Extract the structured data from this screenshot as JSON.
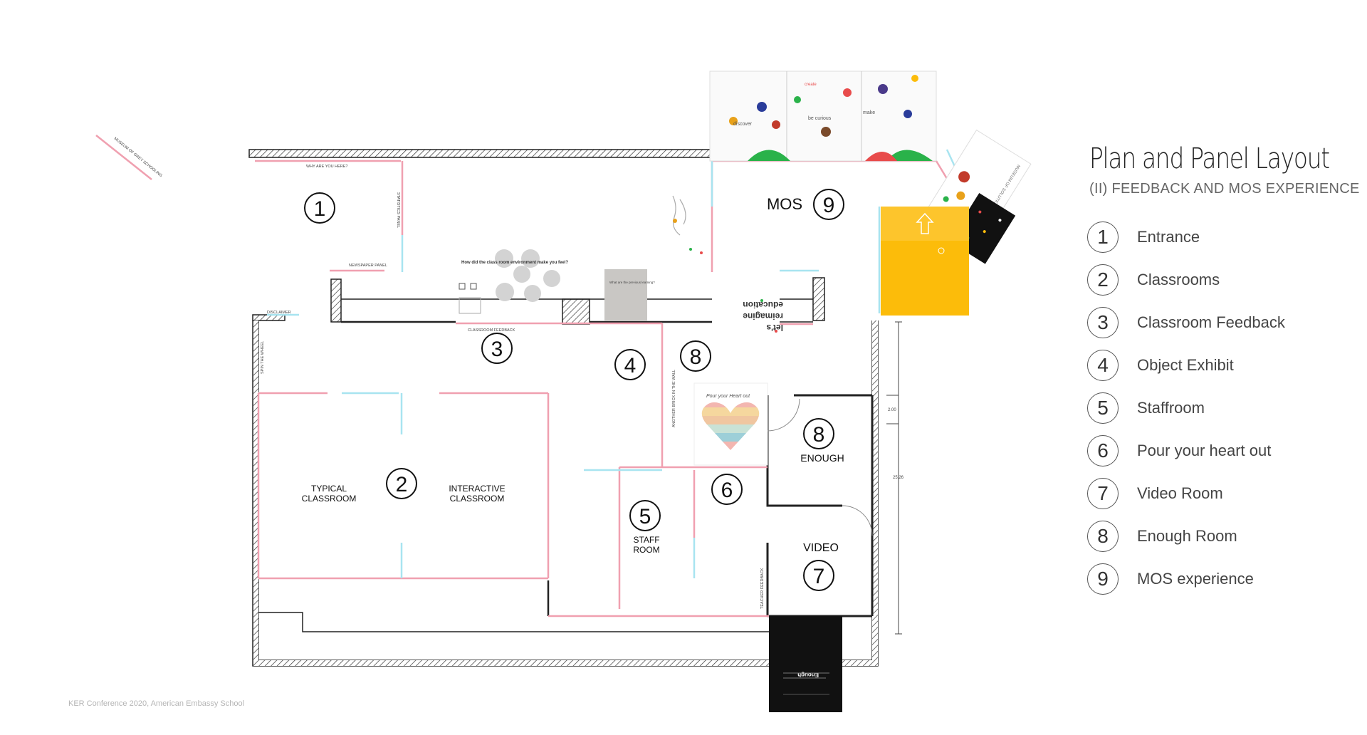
{
  "legend": {
    "title": "Plan and Panel Layout",
    "subtitle": "(II) FEEDBACK  AND MOS EXPERIENCE",
    "items": [
      {
        "num": "1",
        "label": "Entrance"
      },
      {
        "num": "2",
        "label": "Classrooms"
      },
      {
        "num": "3",
        "label": "Classroom Feedback"
      },
      {
        "num": "4",
        "label": "Object Exhibit"
      },
      {
        "num": "5",
        "label": "Staffroom"
      },
      {
        "num": "6",
        "label": "Pour your heart out"
      },
      {
        "num": "7",
        "label": "Video Room"
      },
      {
        "num": "8",
        "label": "Enough Room"
      },
      {
        "num": "9",
        "label": "MOS experience"
      }
    ]
  },
  "plan": {
    "room_numbers": {
      "n1": "1",
      "n2": "2",
      "n3": "3",
      "n4": "4",
      "n5": "5",
      "n6": "6",
      "n7": "7",
      "n8a": "8",
      "n8b": "8",
      "n9": "9"
    },
    "labels": {
      "typical_1": "TYPICAL",
      "typical_2": "CLASSROOM",
      "interactive_1": "INTERACTIVE",
      "interactive_2": "CLASSROOM",
      "staff_1": "STAFF",
      "staff_2": "ROOM",
      "enough": "ENOUGH",
      "video": "VIDEO",
      "mos": "MOS"
    },
    "panels": {
      "why": "WHY ARE YOU HERE?",
      "statistics": "STATISTICS PANEL",
      "newspaper": "NEWSPAPER PANEL",
      "disclaimer": "DISCLAIMER",
      "spin": "SPIN THE WHEEL",
      "classroom_feedback": "CLASSROOM FEEDBACK",
      "brick": "ANOTHER BRICK IN THE WALL",
      "teacher": "TEACHER FEEDBACK",
      "museum": "MUSEUM OF GREY SCHOOLING",
      "mos_panel": "MUSEUM OF SOLUTIONS"
    },
    "graphics": {
      "feedback_q": "How did the class room environment make you feel?",
      "object_q": "What are the previous learning?",
      "reimagine_1": "let's",
      "reimagine_2": "reimagine",
      "reimagine_3": "education",
      "heart_title": "Pour your Heart out",
      "mural_discover": "discover",
      "mural_curious": "be curious",
      "mural_make": "make",
      "mural_create": "create",
      "black_panel": "Enough"
    },
    "dimensions": {
      "d1": "2.00",
      "d2": "25.26"
    }
  },
  "footer": "KER Conference 2020, American Embassy School",
  "colors": {
    "wall": "#222222",
    "panel_red": "#f0a0b0",
    "panel_cyan": "#a8e4f0",
    "yellow": "#fcbc0a",
    "dark": "#111111"
  }
}
